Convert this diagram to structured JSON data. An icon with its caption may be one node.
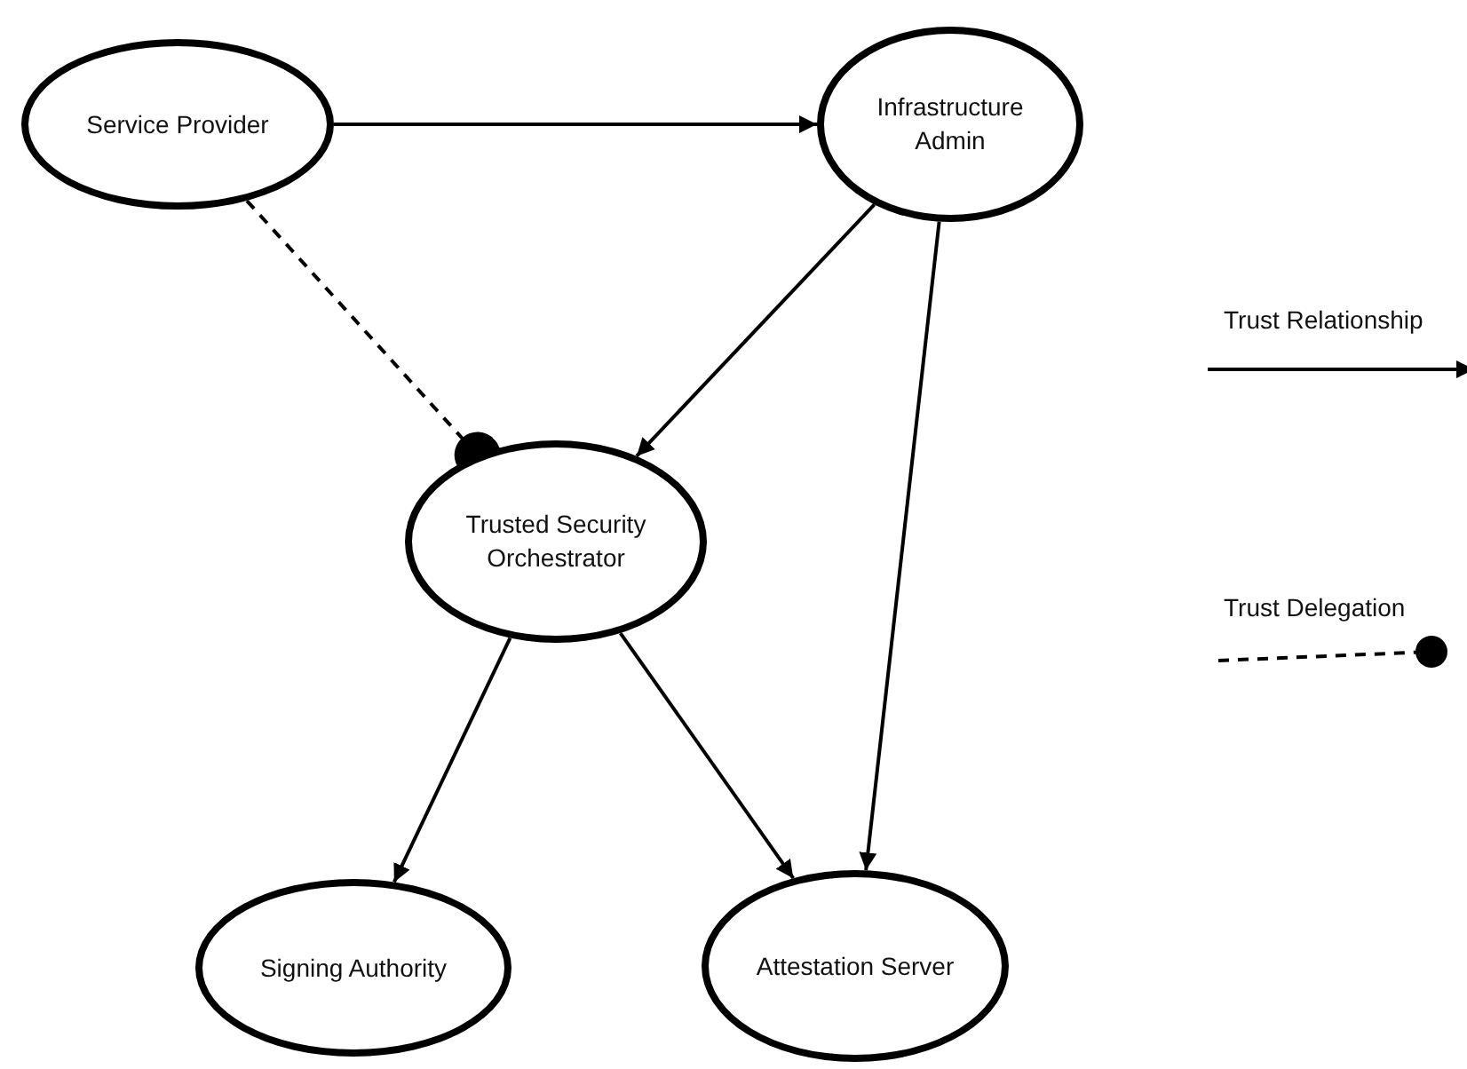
{
  "diagram": {
    "nodes": [
      {
        "text": [
          "Service Provider"
        ]
      },
      {
        "text": [
          "Infrastructure Admin"
        ]
      },
      {
        "text": [
          "Trusted Security Orchestrator"
        ]
      },
      {
        "text": [
          "Signing Authority"
        ]
      },
      {
        "text": [
          "Attestation Server"
        ]
      }
    ],
    "edges": [
      {
        "from": 0,
        "to": 1,
        "arrow": "to"
      },
      {
        "from": 0,
        "to": 2,
        "arrow": "other",
        "style": "dashed"
      },
      {
        "from": 1,
        "to": 2,
        "arrow": "to"
      },
      {
        "from": 1,
        "to": 4,
        "arrow": "to"
      },
      {
        "from": 2,
        "to": 3,
        "arrow": "to"
      },
      {
        "from": 2,
        "to": 4,
        "arrow": "to"
      }
    ],
    "legend": [
      {
        "text": "Trust Relationship"
      },
      {
        "text": "Trust Delegation"
      }
    ]
  }
}
